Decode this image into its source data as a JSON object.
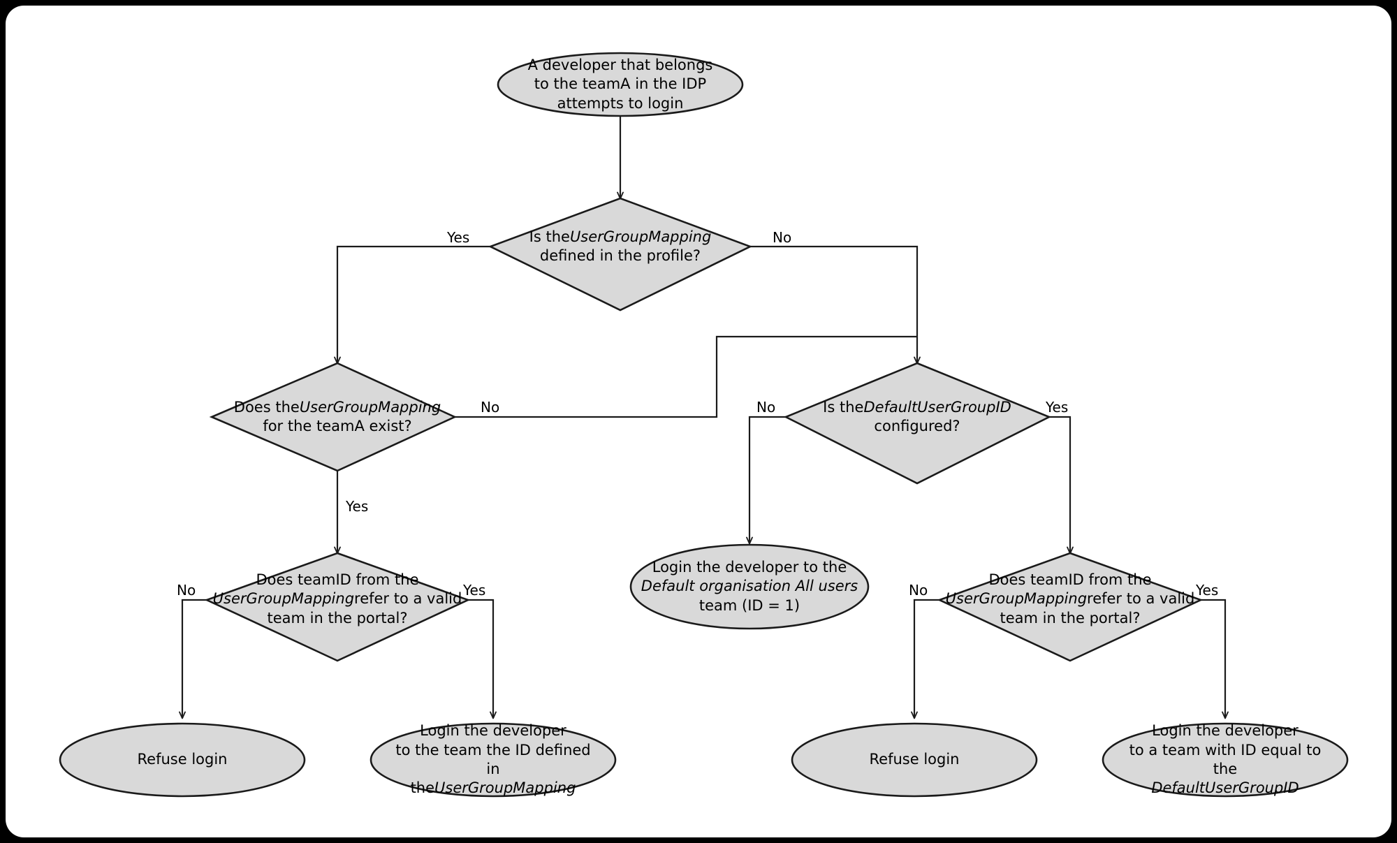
{
  "diagram": {
    "title": "IDP team mapping login decision flow",
    "colors": {
      "node_fill": "#D9D9D9",
      "node_stroke": "#1a1a1a",
      "edge_stroke": "#1a1a1a",
      "panel_background": "#ffffff",
      "frame_background": "#000000",
      "text": "#000000"
    },
    "nodes": [
      {
        "id": "start",
        "shape": "ellipse",
        "lines": [
          [
            {
              "t": "A developer that belongs",
              "i": false
            }
          ],
          [
            {
              "t": "to the teamA in the IDP",
              "i": false
            }
          ],
          [
            {
              "t": "attempts to login",
              "i": false
            }
          ]
        ]
      },
      {
        "id": "mapping-defined",
        "shape": "diamond",
        "lines": [
          [
            {
              "t": "Is the ",
              "i": false
            },
            {
              "t": "UserGroupMapping",
              "i": true
            }
          ],
          [
            {
              "t": "defined in the profile?",
              "i": false
            }
          ]
        ]
      },
      {
        "id": "mapping-teama-exists",
        "shape": "diamond",
        "lines": [
          [
            {
              "t": "Does the ",
              "i": false
            },
            {
              "t": "UserGroupMapping",
              "i": true
            }
          ],
          [
            {
              "t": "for the teamA exist?",
              "i": false
            }
          ]
        ]
      },
      {
        "id": "default-usergroupid-configured",
        "shape": "diamond",
        "lines": [
          [
            {
              "t": "Is the ",
              "i": false
            },
            {
              "t": "DefaultUserGroupID",
              "i": true
            }
          ],
          [
            {
              "t": "configured?",
              "i": false
            }
          ]
        ]
      },
      {
        "id": "teamid-valid-left",
        "shape": "diamond",
        "lines": [
          [
            {
              "t": "Does teamID from the",
              "i": false
            }
          ],
          [
            {
              "t": "UserGroupMapping",
              "i": true
            },
            {
              "t": " refer to a valid",
              "i": false
            }
          ],
          [
            {
              "t": "team in the portal?",
              "i": false
            }
          ]
        ]
      },
      {
        "id": "teamid-valid-right",
        "shape": "diamond",
        "lines": [
          [
            {
              "t": "Does teamID from the",
              "i": false
            }
          ],
          [
            {
              "t": "UserGroupMapping",
              "i": true
            },
            {
              "t": " refer to a valid",
              "i": false
            }
          ],
          [
            {
              "t": "team in the portal?",
              "i": false
            }
          ]
        ]
      },
      {
        "id": "login-default-org",
        "shape": "ellipse",
        "lines": [
          [
            {
              "t": "Login the developer to the",
              "i": false
            }
          ],
          [
            {
              "t": "Default organisation All users",
              "i": true
            }
          ],
          [
            {
              "t": "team (ID = 1)",
              "i": false
            }
          ]
        ]
      },
      {
        "id": "refuse-login-left",
        "shape": "ellipse",
        "lines": [
          [
            {
              "t": "Refuse login",
              "i": false
            }
          ]
        ]
      },
      {
        "id": "login-mapped-team",
        "shape": "ellipse",
        "lines": [
          [
            {
              "t": "Login the developer",
              "i": false
            }
          ],
          [
            {
              "t": "to the team the ID defined in",
              "i": false
            }
          ],
          [
            {
              "t": "the ",
              "i": false
            },
            {
              "t": "UserGroupMapping",
              "i": true
            }
          ]
        ]
      },
      {
        "id": "refuse-login-right",
        "shape": "ellipse",
        "lines": [
          [
            {
              "t": "Refuse login",
              "i": false
            }
          ]
        ]
      },
      {
        "id": "login-default-usergroupid-team",
        "shape": "ellipse",
        "lines": [
          [
            {
              "t": "Login the developer",
              "i": false
            }
          ],
          [
            {
              "t": "to a team with ID equal to the",
              "i": false
            }
          ],
          [
            {
              "t": "DefaultUserGroupID",
              "i": true
            }
          ]
        ]
      }
    ],
    "edge_labels": {
      "mapping_defined_yes": "Yes",
      "mapping_defined_no": "No",
      "mapping_teama_no": "No",
      "mapping_teama_yes": "Yes",
      "default_usergroupid_no": "No",
      "default_usergroupid_yes": "Yes",
      "teamid_left_no": "No",
      "teamid_left_yes": "Yes",
      "teamid_right_no": "No",
      "teamid_right_yes": "Yes"
    }
  }
}
